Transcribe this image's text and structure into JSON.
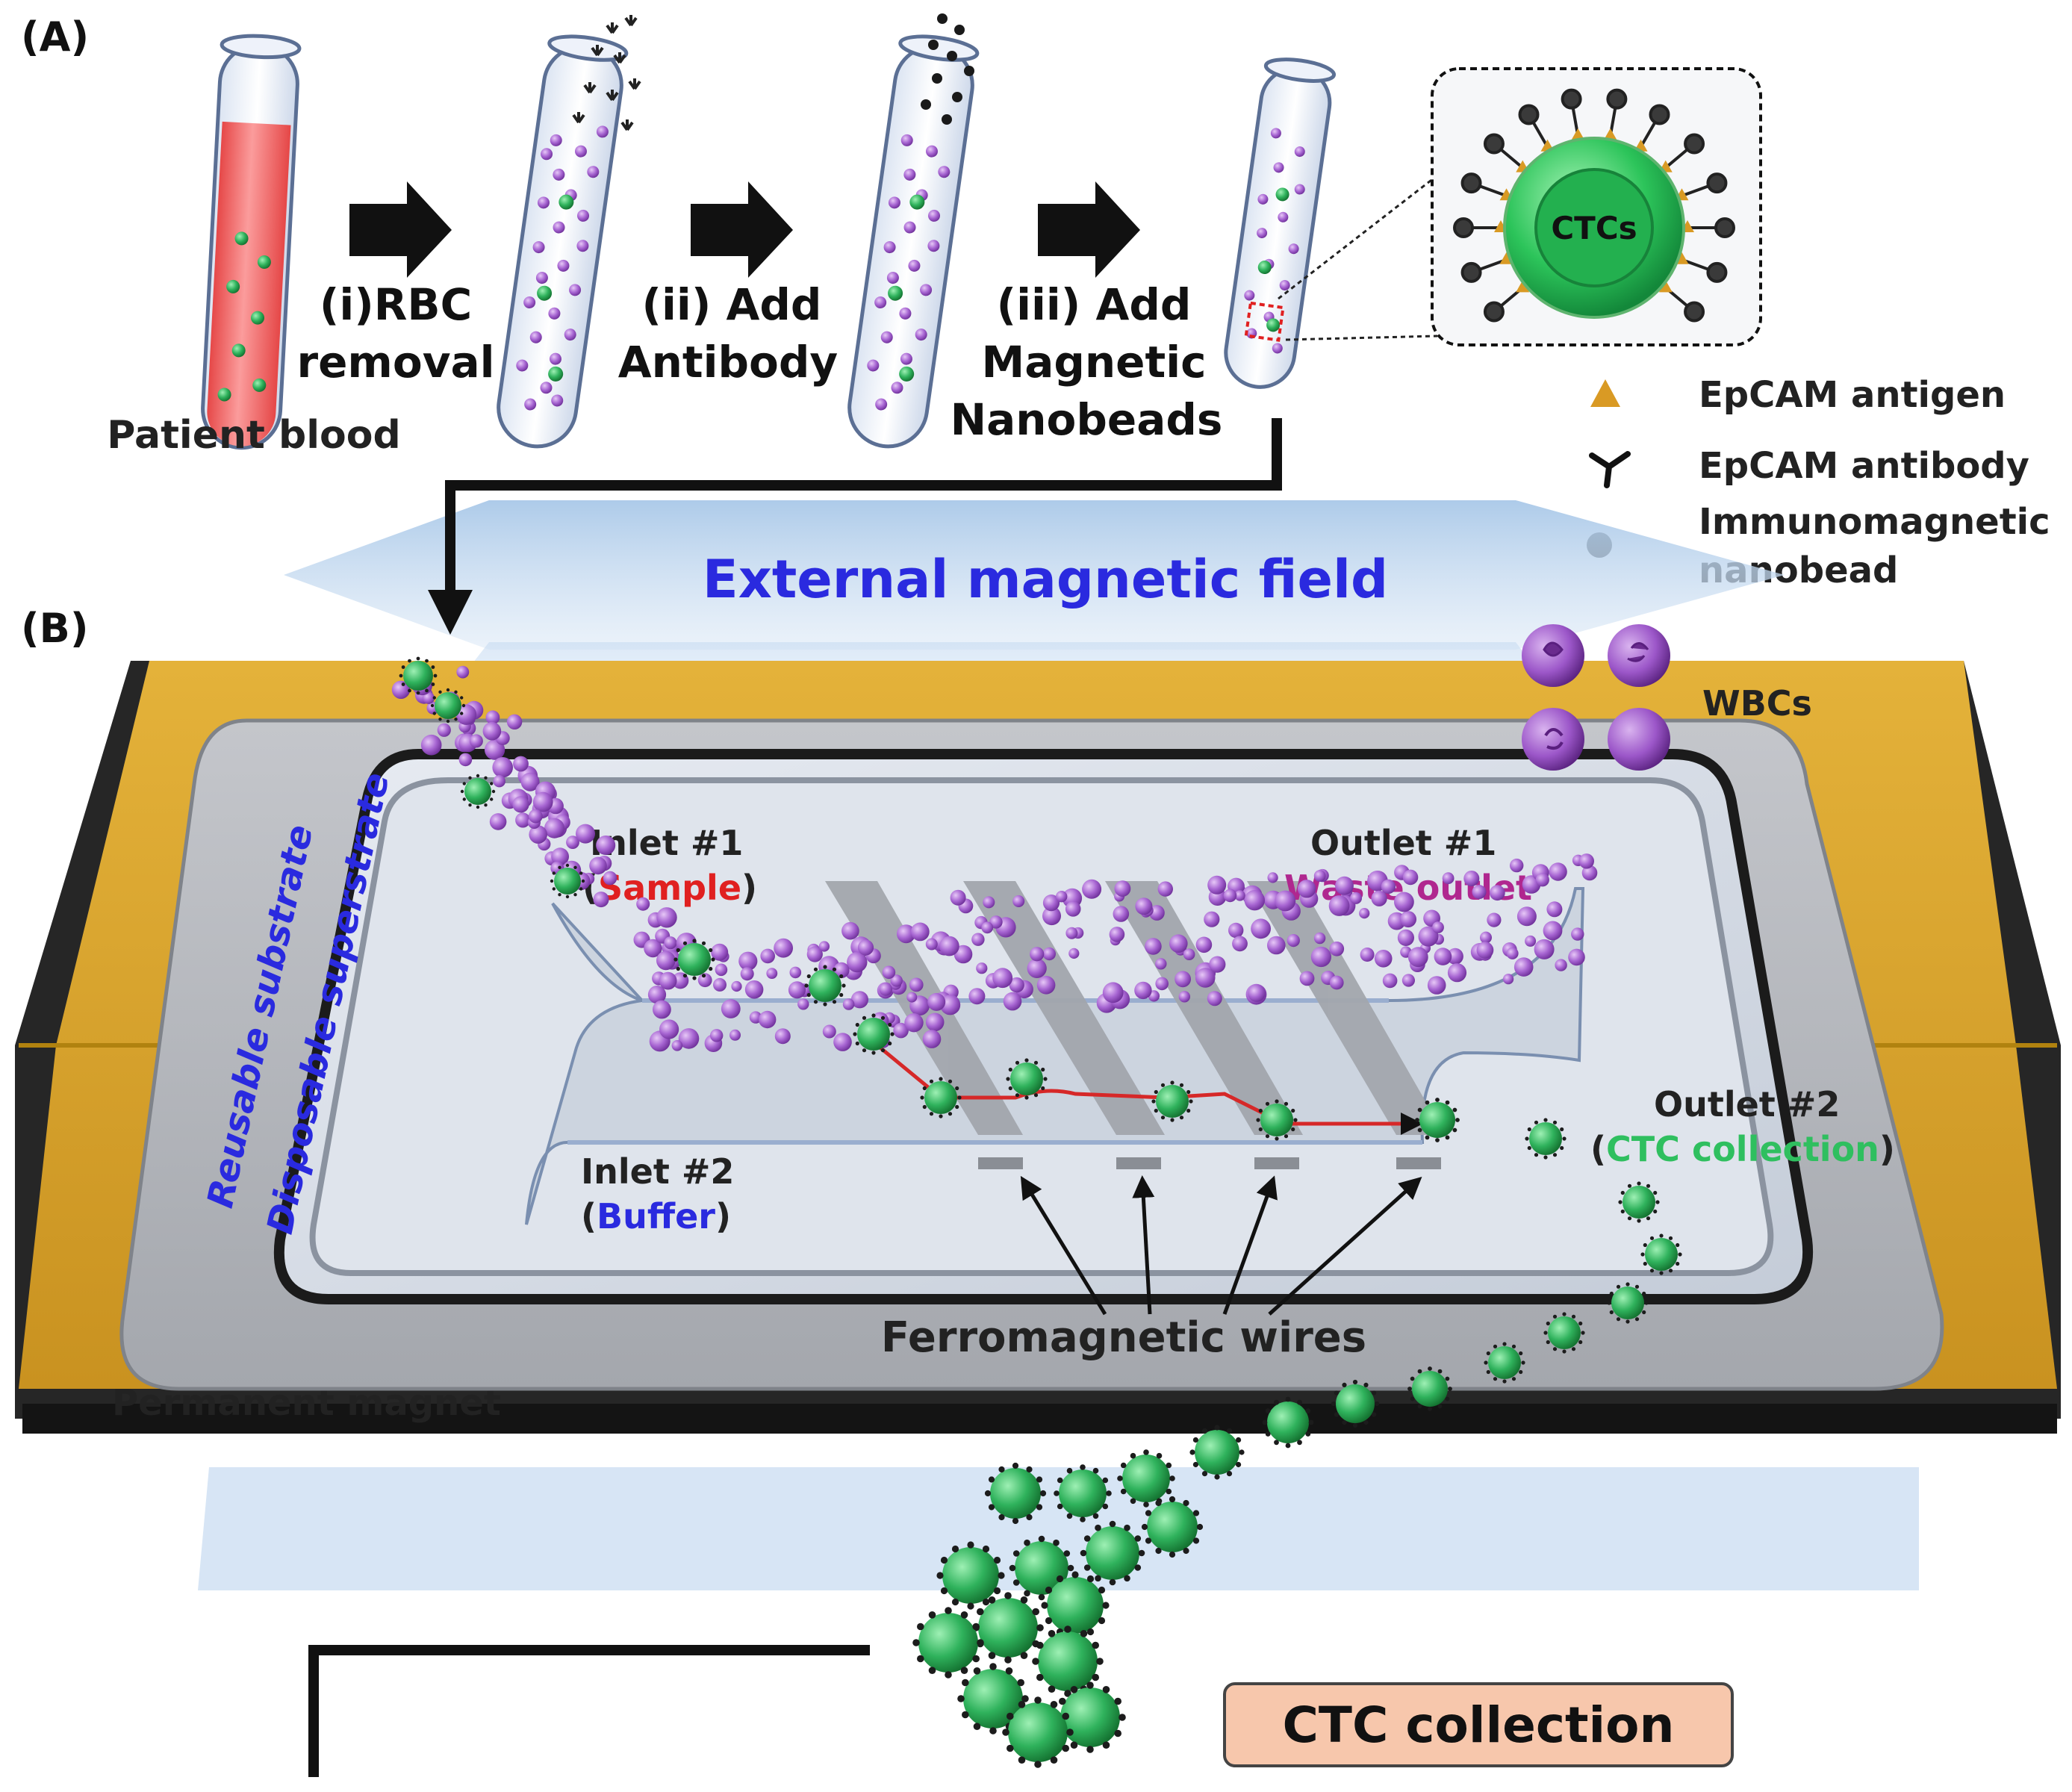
{
  "panel_a": {
    "label": "(A)",
    "tube_1_caption": "Patient blood",
    "step_1_line1": "(i)RBC",
    "step_1_line2": "removal",
    "step_2_line1": "(ii)  Add",
    "step_2_line2": "Antibody",
    "step_3_line1": "(iii)  Add",
    "step_3_line2": "Magnetic",
    "step_3_line3": "Nanobeads",
    "inset_cell_label": "CTCs"
  },
  "legend": {
    "antigen": "EpCAM antigen",
    "antibody": "EpCAM antibody",
    "nanobead_line1": "Immunomagnetic",
    "nanobead_line2": "nanobead"
  },
  "panel_b": {
    "label": "(B)",
    "field_label": "External magnetic field",
    "wbc_label": "WBCs",
    "reusable_label": "Reusable substrate",
    "disposable_label": "Disposable superstrate",
    "inlet1_line1": "Inlet #1",
    "inlet1_open": "(",
    "inlet1_sample": "Sample",
    "inlet1_close": ")",
    "outlet1_line1": "Outlet #1",
    "outlet1_line2": "Waste outlet",
    "inlet2_line1": "Inlet #2",
    "inlet2_open": "(",
    "inlet2_buffer": "Buffer",
    "inlet2_close": ")",
    "outlet2_line1": "Outlet #2",
    "outlet2_open": "(",
    "outlet2_ctc": "CTC collection",
    "outlet2_close": ")",
    "wires_label": "Ferromagnetic wires",
    "magnet_label": "Permanent magnet",
    "collection_label": "CTC collection"
  },
  "colors": {
    "magnet_gold": "#d9a52c",
    "field_blue": "#b9d3ec",
    "field_text": "#2a2adf",
    "blood_red": "#ef5b5b",
    "wbc_purple": "#9d55c9",
    "ctc_green": "#2aa653",
    "sample_red": "#e02020",
    "waste_magenta": "#b0278f",
    "collection_fill": "#f7c7ac"
  }
}
